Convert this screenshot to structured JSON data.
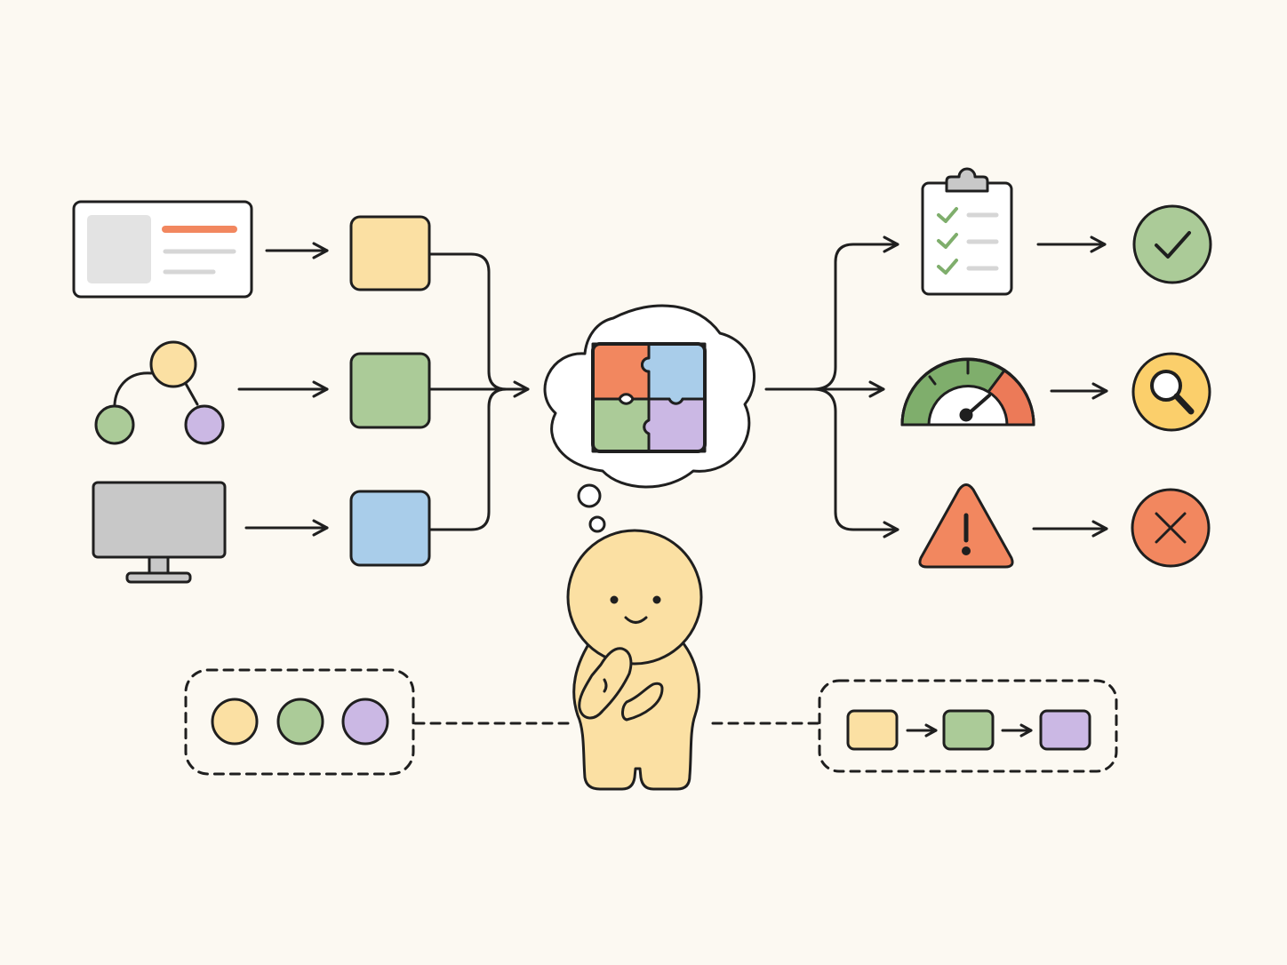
{
  "colors": {
    "background": "#fcf9f2",
    "stroke": "#1f1f1f",
    "yellow": "#fbe0a3",
    "green": "#abcb98",
    "blue": "#a9cdea",
    "purple": "#cbb8e4",
    "orange": "#f2875f",
    "gray": "#c8c8c8",
    "light_gray": "#e3e3e3",
    "character": "#fbe0a3",
    "success": "#7fae6c",
    "gauge_green": "#7fae6c",
    "gauge_red": "#ec7a58",
    "magnifier_yellow": "#fbcf6b"
  },
  "diagram": {
    "inputs": [
      {
        "icon": "document-card-icon",
        "block": "yellow-block"
      },
      {
        "icon": "tree-graph-icon",
        "block": "green-block"
      },
      {
        "icon": "monitor-icon",
        "block": "blue-block"
      }
    ],
    "center": {
      "icon": "jigsaw-puzzle-icon",
      "container": "thought-cloud"
    },
    "outcomes": [
      {
        "icon": "checklist-clipboard-icon",
        "result": "check-circle-icon"
      },
      {
        "icon": "speed-gauge-icon",
        "result": "magnifier-circle-icon"
      },
      {
        "icon": "warning-triangle-icon",
        "result": "cross-circle-icon"
      }
    ],
    "character": {
      "icon": "thinking-character-icon"
    },
    "bottom_left_group": {
      "items": [
        "yellow-dot",
        "green-dot",
        "purple-dot"
      ]
    },
    "bottom_right_group": {
      "items": [
        "yellow-block",
        "green-block",
        "purple-block"
      ]
    }
  }
}
